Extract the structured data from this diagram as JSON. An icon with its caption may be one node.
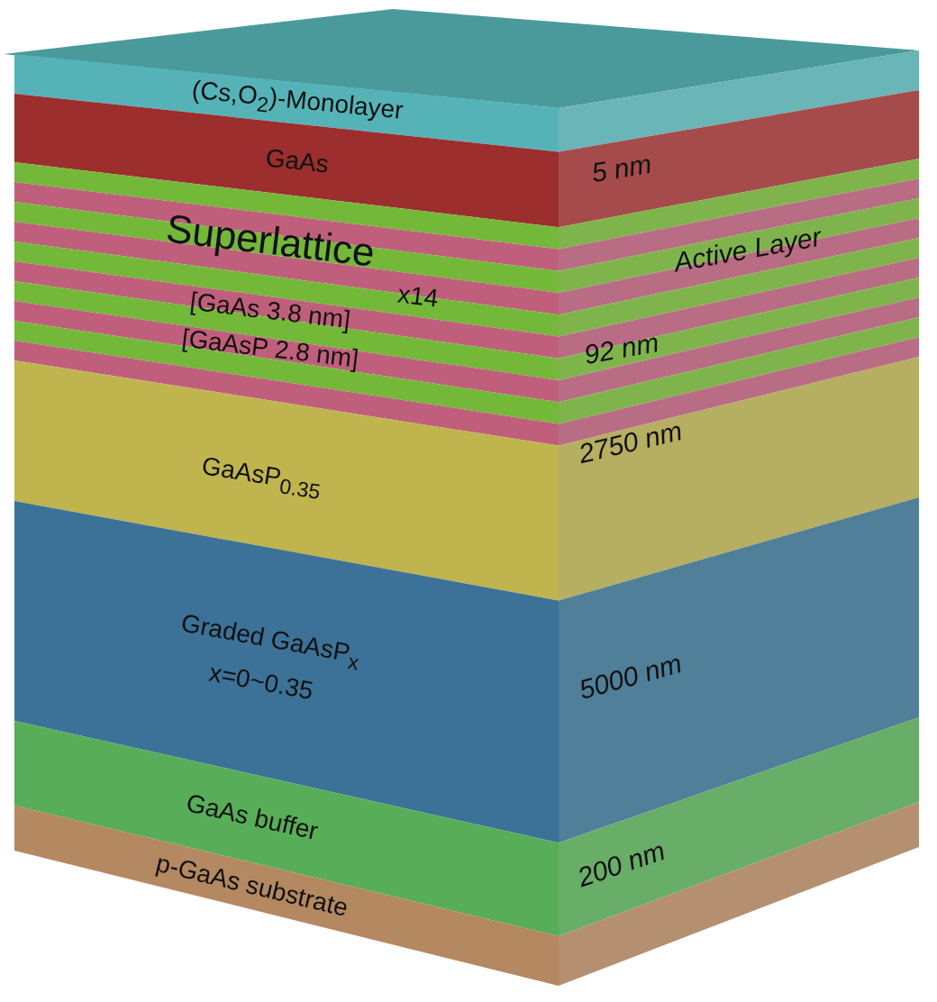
{
  "diagram": {
    "nodes": [
      {
        "text": [
          "(Cs,O$_{2}$)-Monolayer"
        ]
      },
      {
        "text": [
          "GaAs",
          "5 nm"
        ]
      },
      {
        "text": [
          "Superlattice",
          "x14",
          "[GaAs 3.8 nm]",
          "[GaAsP 2.8 nm]",
          "Active Layer",
          "92 nm"
        ]
      },
      {
        "text": [
          "GaAsP$_{0.35}$",
          "2750 nm"
        ]
      },
      {
        "text": [
          "Graded GaAsP$_{x}$",
          "x=0~0.35",
          "5000 nm"
        ]
      },
      {
        "text": [
          "GaAs buffer",
          "200 nm"
        ]
      },
      {
        "text": [
          "p-GaAs substrate"
        ]
      }
    ]
  }
}
